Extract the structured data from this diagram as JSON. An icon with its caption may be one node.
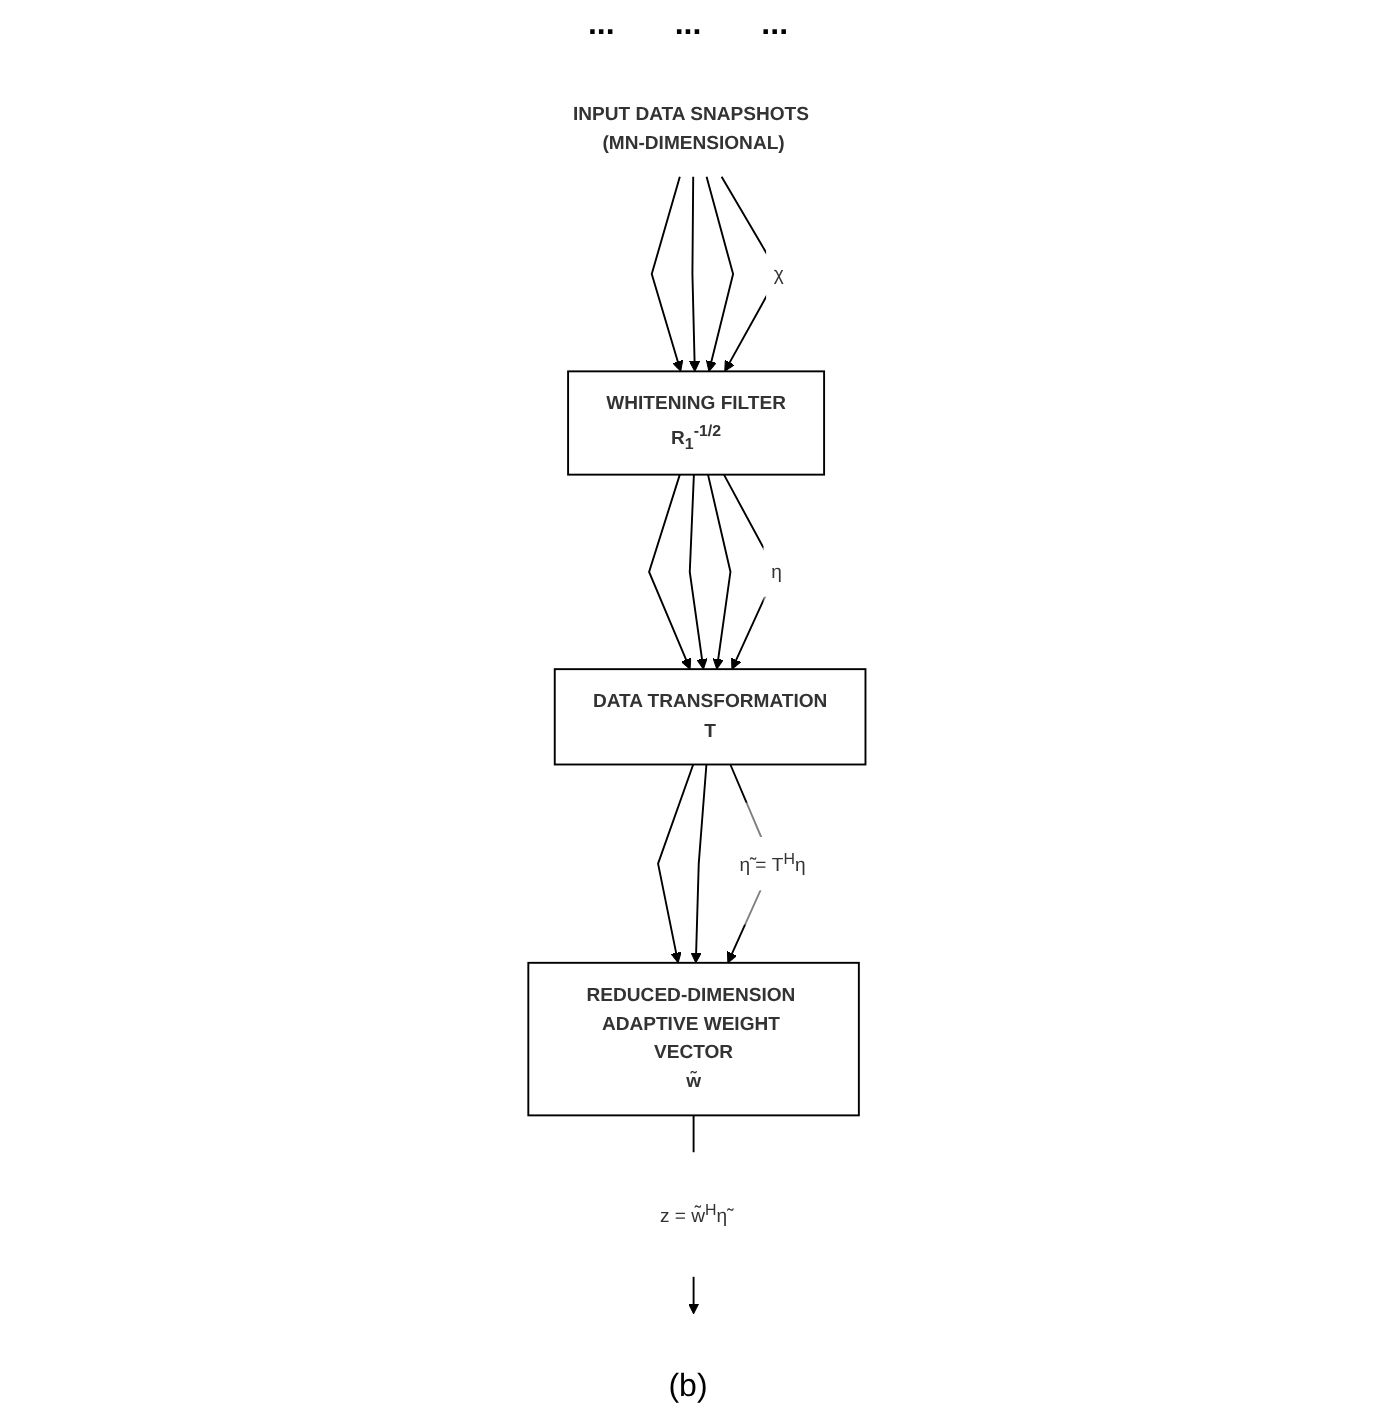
{
  "diagram": {
    "caption": "(b)",
    "nodes": [
      {
        "text": [
          "INPUT DATA SNAPSHOTS (MN-DIMENSIONAL)"
        ]
      },
      {
        "text": [
          "WHITENING FILTER",
          "R$_{1}$$^{-1/2}$"
        ]
      },
      {
        "text": [
          "DATA TRANSFORMATION",
          "T"
        ]
      },
      {
        "text": [
          "REDUCED-DIMENSION ADAPTIVE WEIGHT VECTOR",
          "w̃"
        ]
      }
    ],
    "edges": [
      {
        "from": 0,
        "to": 1,
        "arrow": "to"
      },
      {
        "from": 0,
        "to": 1,
        "arrow": "to"
      },
      {
        "from": 0,
        "to": 1,
        "arrow": "to"
      },
      {
        "from": 0,
        "to": 1,
        "arrow": "to",
        "label": "χ"
      },
      {
        "from": 1,
        "to": 2,
        "arrow": "to"
      },
      {
        "from": 1,
        "to": 2,
        "arrow": "to"
      },
      {
        "from": 1,
        "to": 2,
        "arrow": "to"
      },
      {
        "from": 1,
        "to": 2,
        "arrow": "to",
        "label": "η"
      },
      {
        "from": 2,
        "to": 3,
        "arrow": "to"
      },
      {
        "from": 2,
        "to": 3,
        "arrow": "to"
      },
      {
        "from": 2,
        "to": 3,
        "arrow": "to",
        "label": "η̃ = T$^{H}$η"
      },
      {
        "from": 3,
        "to": null,
        "arrow": "to",
        "label": "z = w̃$^{H}$η̃"
      }
    ],
    "labels": [
      "...",
      "...",
      "..."
    ]
  }
}
